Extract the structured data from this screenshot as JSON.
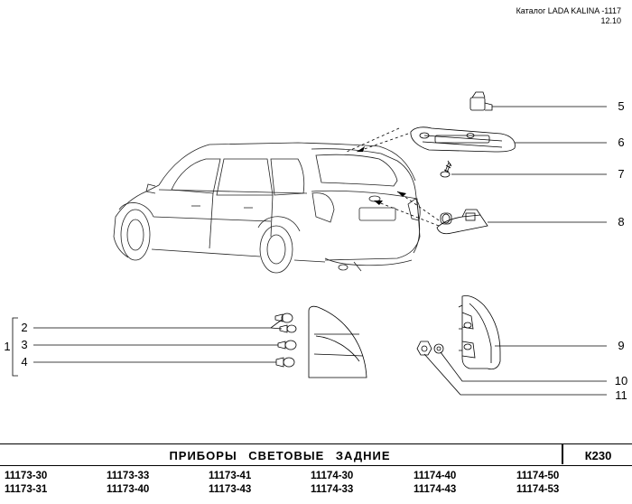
{
  "header": {
    "catalog": "Каталог LADA KALINA -1117",
    "date": "12.10"
  },
  "callouts": [
    "1",
    "2",
    "3",
    "4",
    "5",
    "6",
    "7",
    "8",
    "9",
    "10",
    "11"
  ],
  "footer": {
    "title": "ПРИБОРЫ   СВЕТОВЫЕ   ЗАДНИЕ",
    "code": "К230"
  },
  "part_numbers": [
    [
      "11173-30",
      "11173-31"
    ],
    [
      "11173-33",
      "11173-40"
    ],
    [
      "11173-41",
      "11173-43"
    ],
    [
      "11174-30",
      "11174-33"
    ],
    [
      "11174-40",
      "11174-43"
    ],
    [
      "11174-50",
      "11174-53"
    ]
  ]
}
